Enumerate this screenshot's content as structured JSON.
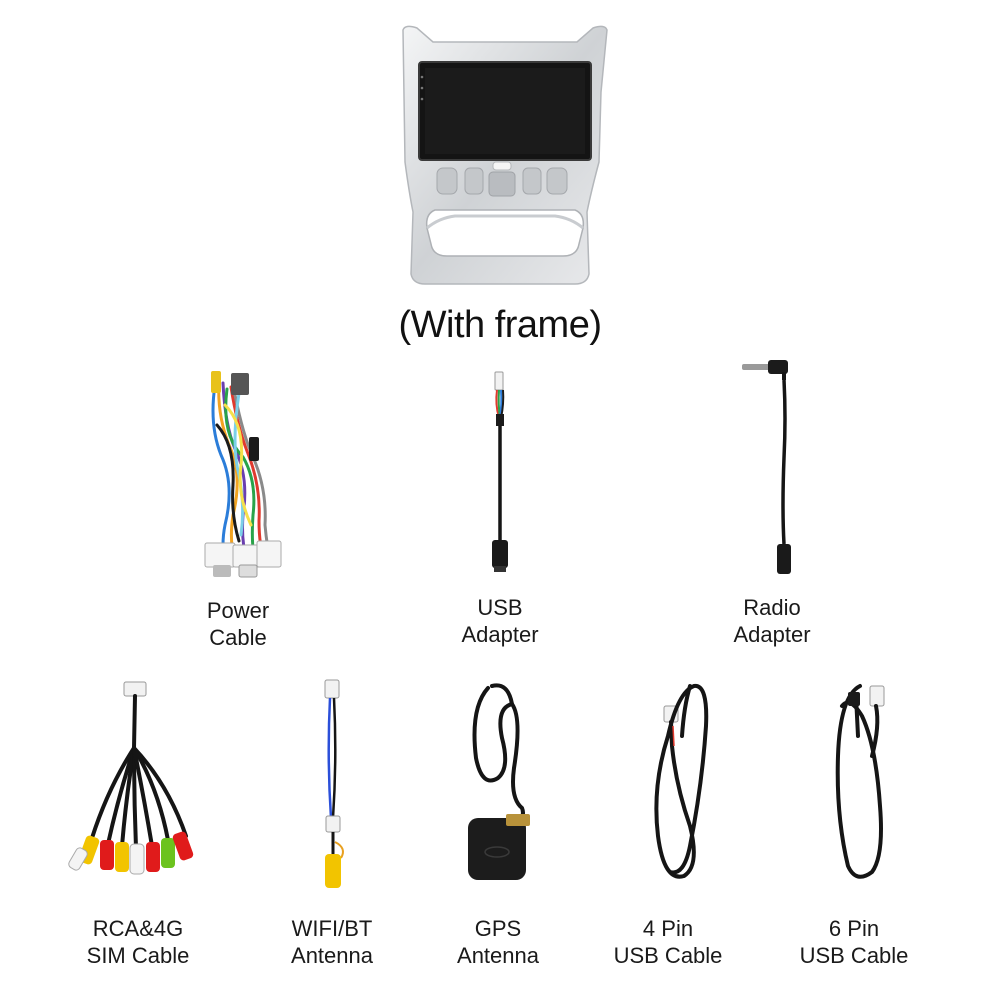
{
  "head_unit": {
    "caption": "(With frame)"
  },
  "items": {
    "power_cable": {
      "line1": "Power",
      "line2": "Cable"
    },
    "usb_adapter": {
      "line1": "USB",
      "line2": "Adapter"
    },
    "radio_adapter": {
      "line1": "Radio",
      "line2": "Adapter"
    },
    "rca_sim_cable": {
      "line1": "RCA&4G",
      "line2": "SIM Cable"
    },
    "wifi_bt_antenna": {
      "line1": "WIFI/BT",
      "line2": "Antenna"
    },
    "gps_antenna": {
      "line1": "GPS",
      "line2": "Antenna"
    },
    "usb4_cable": {
      "line1": "4 Pin",
      "line2": "USB Cable"
    },
    "usb6_cable": {
      "line1": "6 Pin",
      "line2": "USB Cable"
    }
  },
  "colors": {
    "frame_silver": "#d9dbdd",
    "screen": "#141414",
    "cable_black": "#151515",
    "rca_yellow": "#f2c400",
    "rca_red": "#e01b1b",
    "rca_white": "#f4f4f4",
    "rca_green": "#6cc31e"
  }
}
